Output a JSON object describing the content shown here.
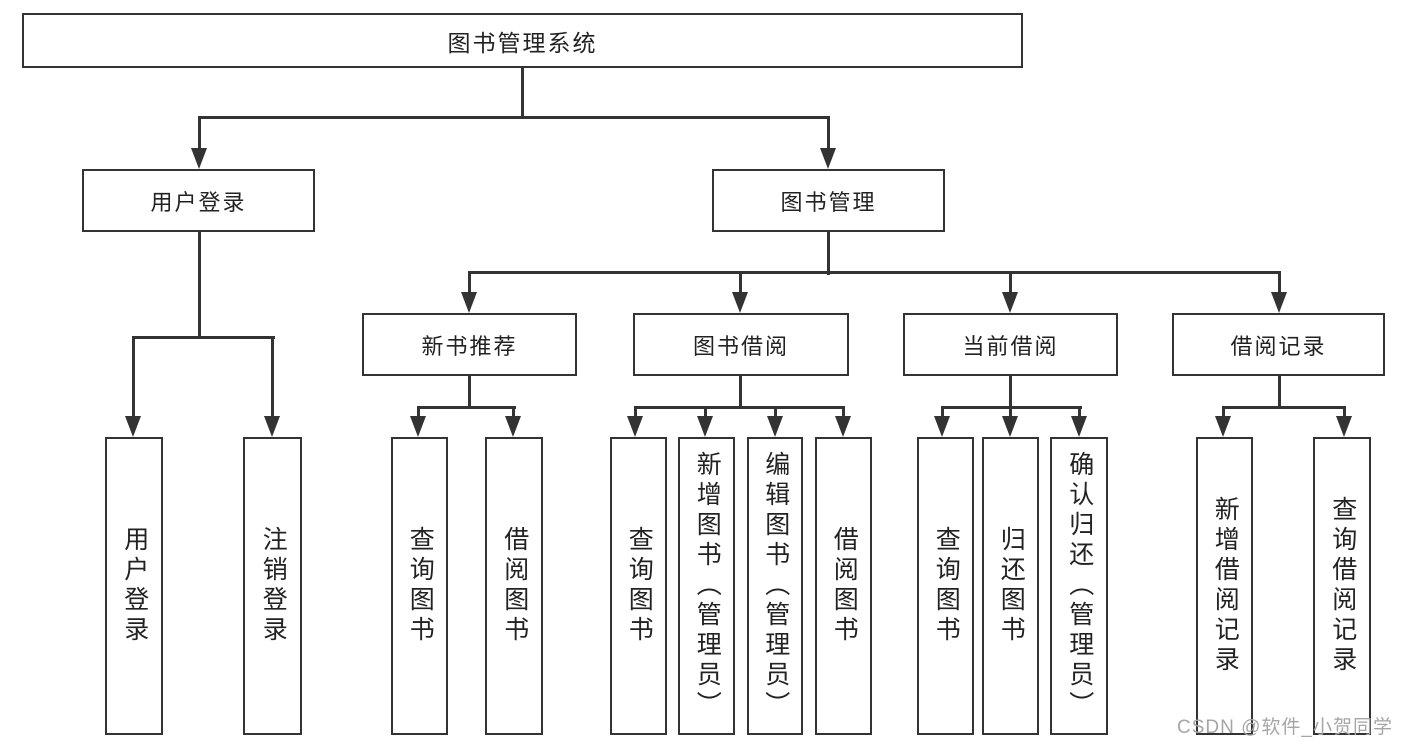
{
  "diagram": {
    "root": {
      "label": "图书管理系统"
    },
    "level2": [
      {
        "label": "用户登录"
      },
      {
        "label": "图书管理"
      }
    ],
    "level3": [
      {
        "label": "新书推荐"
      },
      {
        "label": "图书借阅"
      },
      {
        "label": "当前借阅"
      },
      {
        "label": "借阅记录"
      }
    ],
    "leaves": {
      "user_login_group": [
        {
          "label": "用户登录"
        },
        {
          "label": "注销登录"
        }
      ],
      "new_book_group": [
        {
          "label": "查询图书"
        },
        {
          "label": "借阅图书"
        }
      ],
      "book_borrow_group": [
        {
          "label": "查询图书"
        },
        {
          "label": "新增图书（管理员）"
        },
        {
          "label": "编辑图书（管理员）"
        },
        {
          "label": "借阅图书"
        }
      ],
      "current_borrow_group": [
        {
          "label": "查询图书"
        },
        {
          "label": "归还图书"
        },
        {
          "label": "确认归还（管理员）"
        }
      ],
      "borrow_record_group": [
        {
          "label": "新增借阅记录"
        },
        {
          "label": "查询借阅记录"
        }
      ]
    },
    "watermark": "CSDN @软件_小贺同学",
    "colors": {
      "line": "#333333",
      "text": "#222222",
      "background": "#ffffff",
      "watermark": "#a6a6a6"
    }
  }
}
